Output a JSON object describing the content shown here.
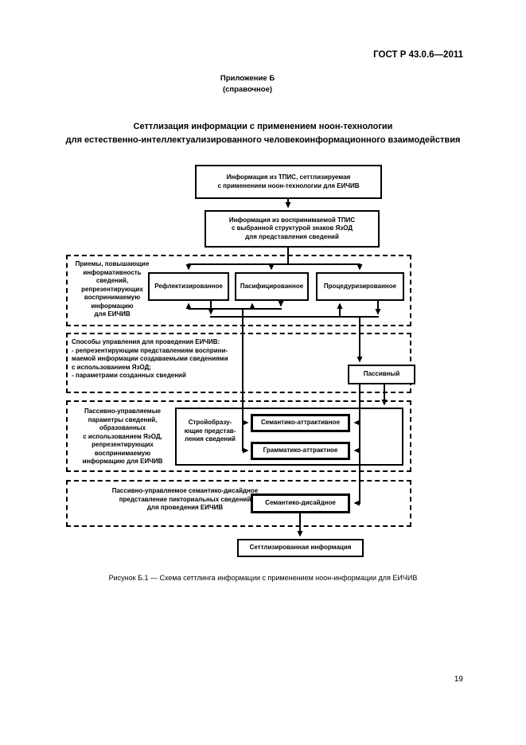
{
  "colors": {
    "ink": "#000000",
    "paper": "#ffffff"
  },
  "page": {
    "doc_number": "ГОСТ Р 43.0.6—2011",
    "appendix": "Приложение Б\n(справочное)",
    "title": "Сеттлизация информации с применением ноон-технологии\nдля естественно-интеллектуализированного человекоинформационного взаимодействия",
    "caption": "Рисунок Б.1 — Схема сеттлинга информации с применением ноон-информации для ЕИЧИВ",
    "page_number": "19"
  },
  "diagram": {
    "source_box": "Информация из ТПИС, сеттлизируемая\nс применением ноон-технологии для ЕИЧИВ",
    "perceived_box": "Информация из воспринимаемой ТПИС\nс выбранной структурой знаков ЯзОД\nдля представления сведений",
    "techniques_label": "Приемы, повышающие\nинформативность\nсведений,\nрепрезентирующих\nвоспринимаемую\nинформацию\nдля ЕИЧИВ",
    "reflectized_box": "Рефлектизированное",
    "pacified_box": "Пасифицированное",
    "procedurized_box": "Процедуризированное",
    "control_text": "Способы управления для проведения ЕИЧИВ:\n- репрезентирующим представлениям восприни-\nмаемой информации создаваемыми сведениями\nс использованием ЯзОД;\n- параметрами созданных сведений",
    "passive_box": "Пассивный",
    "params_label": "Пассивно-управляемые\nпараметры сведений,\nобразованных\nс использованием ЯзОД,\nрепрезентирующих\nвоспринимаемую\nинформацию для ЕИЧИВ",
    "structure_forming_label": "Стройобразу-\nющие представ-\nления сведений",
    "semantic_attractive_box": "Семантико-аттрактивное",
    "grammatic_attractive_box": "Грамматико-аттрактное",
    "design_label": "Пассивно-управляемое семантико-дисайдное\nпредставление пикториальных сведений\nдля проведения ЕИЧИВ",
    "semantic_design_box": "Семантико-дисайдное",
    "result_box": "Сеттлизированная информация"
  }
}
